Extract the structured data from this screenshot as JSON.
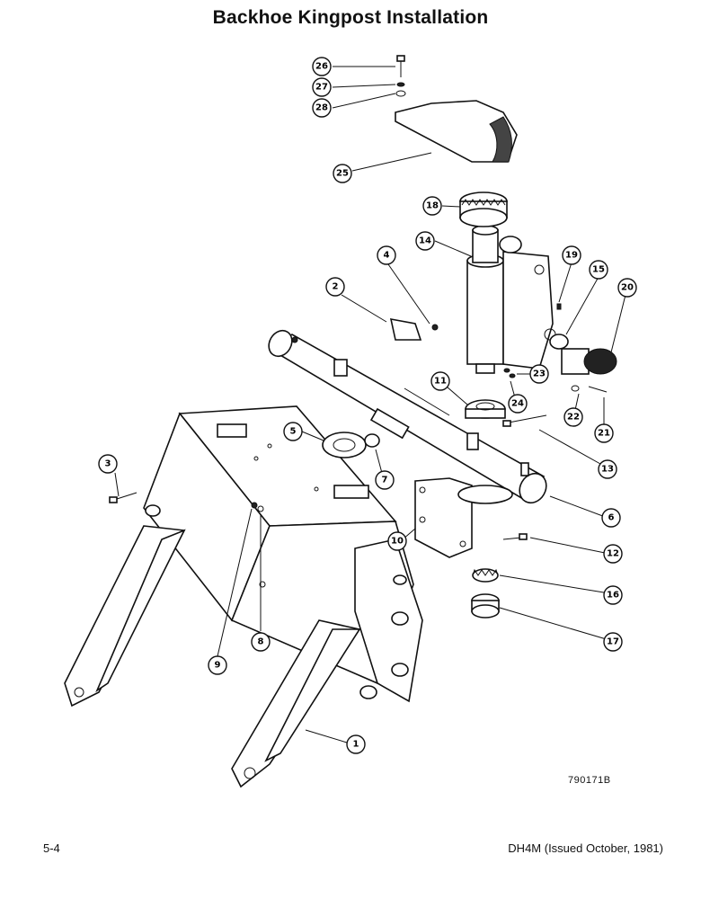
{
  "title": "Backhoe Kingpost Installation",
  "figure_code": "790171B",
  "footer": {
    "page_number": "5-4",
    "doc_ref": "DH4M (Issued October, 1981)"
  },
  "callouts": [
    "1",
    "2",
    "3",
    "4",
    "5",
    "6",
    "7",
    "8",
    "9",
    "10",
    "11",
    "12",
    "13",
    "14",
    "15",
    "16",
    "17",
    "18",
    "19",
    "20",
    "21",
    "22",
    "23",
    "24",
    "25",
    "26",
    "27",
    "28"
  ]
}
